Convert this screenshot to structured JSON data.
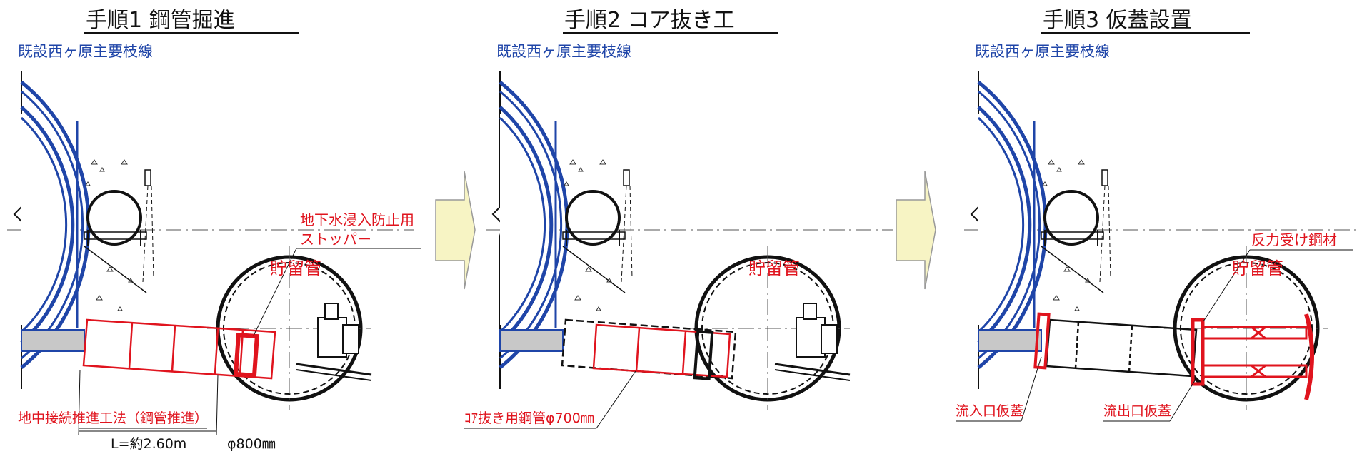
{
  "steps": [
    {
      "title": "手順1 鋼管掘進",
      "subtitle": "既設西ヶ原主要枝線",
      "storage_label": "貯留管",
      "stopper_label_line1": "地下水浸入防止用",
      "stopper_label_line2": "ストッパー",
      "method_label": "地中接続推進工法（鋼管推進）",
      "length_label": "L=約2.60m",
      "diameter_label": "φ800㎜"
    },
    {
      "title": "手順2 コア抜き工",
      "subtitle": "既設西ヶ原主要枝線",
      "storage_label": "貯留管",
      "core_pipe_label": "ｺｱ抜き用鋼管φ700㎜"
    },
    {
      "title": "手順3 仮蓋設置",
      "subtitle": "既設西ヶ原主要枝線",
      "storage_label": "貯留管",
      "reaction_label": "反力受け鋼材",
      "inlet_label": "流入口仮蓋",
      "outlet_label": "流出口仮蓋"
    }
  ],
  "colors": {
    "sewer": "#1f45a8",
    "new_work": "#e0141e",
    "existing": "#111111",
    "arrow_fill": "#f7f4c4",
    "ground_fill": "#c8c8c8"
  }
}
